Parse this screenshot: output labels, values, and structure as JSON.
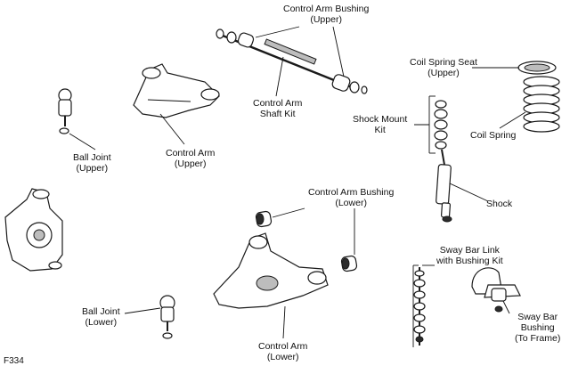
{
  "figure_id": "F334",
  "labels": {
    "control_arm_bushing_upper": [
      "Control Arm Bushing",
      "(Upper)"
    ],
    "control_arm_shaft_kit": [
      "Control Arm",
      "Shaft Kit"
    ],
    "coil_spring_seat_upper": [
      "Coil Spring Seat",
      "(Upper)"
    ],
    "shock_mount_kit": [
      "Shock Mount",
      "Kit"
    ],
    "coil_spring": [
      "Coil Spring"
    ],
    "ball_joint_upper": [
      "Ball Joint",
      "(Upper)"
    ],
    "control_arm_upper": [
      "Control Arm",
      "(Upper)"
    ],
    "shock": [
      "Shock"
    ],
    "control_arm_bushing_lower": [
      "Control Arm Bushing",
      "(Lower)"
    ],
    "sway_bar_link": [
      "Sway Bar Link",
      "with Bushing Kit"
    ],
    "ball_joint_lower": [
      "Ball Joint",
      "(Lower)"
    ],
    "sway_bar_bushing": [
      "Sway Bar",
      "Bushing",
      "(To Frame)"
    ],
    "control_arm_lower": [
      "Control Arm",
      "(Lower)"
    ]
  }
}
